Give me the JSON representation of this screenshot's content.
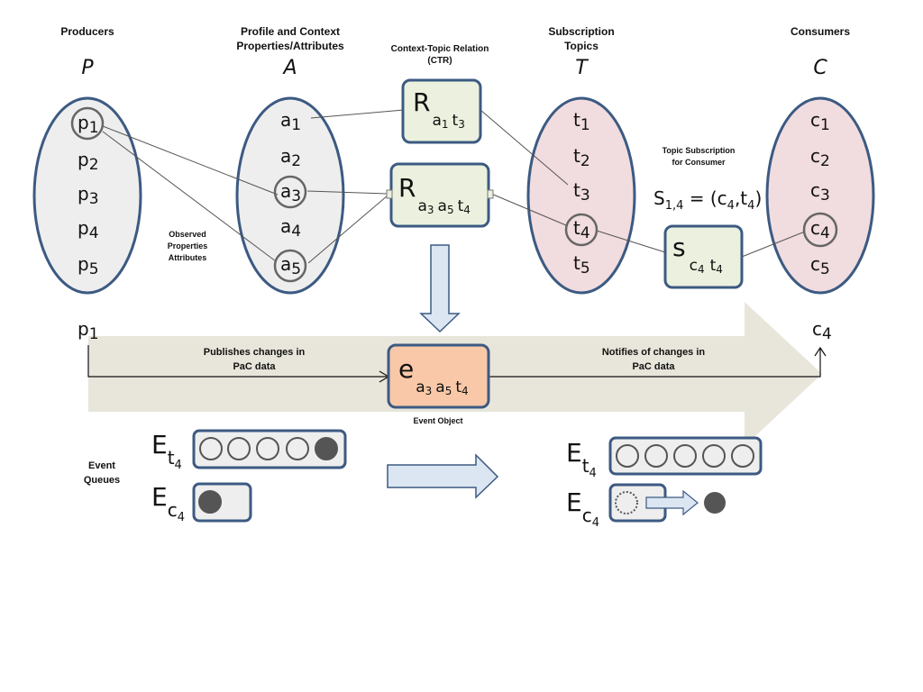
{
  "headers": {
    "producers": "Producers",
    "profile_line1": "Profile and Context",
    "profile_line2": "Properties/Attributes",
    "ctr_line1": "Context-Topic Relation",
    "ctr_line2": "(CTR)",
    "subscription_line1": "Subscription",
    "subscription_line2": "Topics",
    "consumers": "Consumers"
  },
  "set_labels": {
    "producers": "P",
    "attributes": "A",
    "topics": "T",
    "consumers": "C"
  },
  "producers": [
    {
      "base": "p",
      "sub": "1"
    },
    {
      "base": "p",
      "sub": "2"
    },
    {
      "base": "p",
      "sub": "3"
    },
    {
      "base": "p",
      "sub": "4"
    },
    {
      "base": "p",
      "sub": "5"
    }
  ],
  "attributes": [
    {
      "base": "a",
      "sub": "1"
    },
    {
      "base": "a",
      "sub": "2"
    },
    {
      "base": "a",
      "sub": "3"
    },
    {
      "base": "a",
      "sub": "4"
    },
    {
      "base": "a",
      "sub": "5"
    }
  ],
  "topics": [
    {
      "base": "t",
      "sub": "1"
    },
    {
      "base": "t",
      "sub": "2"
    },
    {
      "base": "t",
      "sub": "3"
    },
    {
      "base": "t",
      "sub": "4"
    },
    {
      "base": "t",
      "sub": "5"
    }
  ],
  "consumers": [
    {
      "base": "c",
      "sub": "1"
    },
    {
      "base": "c",
      "sub": "2"
    },
    {
      "base": "c",
      "sub": "3"
    },
    {
      "base": "c",
      "sub": "4"
    },
    {
      "base": "c",
      "sub": "5"
    }
  ],
  "observed": {
    "line1": "Observed",
    "line2": "Properties",
    "line3": "Attributes"
  },
  "relation1": {
    "symbol": "R",
    "sub1": "a",
    "sub1i": "1",
    "sub2": "t",
    "sub2i": "3"
  },
  "relation2": {
    "symbol": "R",
    "sub1": "a",
    "sub1i": "3",
    "sub2": "a",
    "sub2i": "5",
    "sub3": "t",
    "sub3i": "4"
  },
  "topic_sub_note": {
    "line1": "Topic Subscription",
    "line2": "for Consumer"
  },
  "subscription_formula": {
    "s": "S",
    "s_sub": "1,4",
    "eq": " = (c",
    "c_sub": "4",
    "comma": ",t",
    "t_sub": "4",
    "close": ")"
  },
  "subscription_box": {
    "symbol": "s",
    "sub1": "c",
    "sub1i": "4",
    "sub2": "t",
    "sub2i": "4"
  },
  "flow": {
    "producer": {
      "base": "p",
      "sub": "1"
    },
    "consumer": {
      "base": "c",
      "sub": "4"
    },
    "publishes_line1": "Publishes changes in",
    "publishes_line2": "PaC data",
    "notifies_line1": "Notifies of changes in",
    "notifies_line2": "PaC data"
  },
  "event": {
    "symbol": "e",
    "sub1": "a",
    "sub1i": "3",
    "sub2": "a",
    "sub2i": "5",
    "sub3": "t",
    "sub3i": "4",
    "caption": "Event Object"
  },
  "queues": {
    "label_line1": "Event",
    "label_line2": "Queues",
    "left_t": {
      "base": "E",
      "sub": "t",
      "subi": "4"
    },
    "left_c": {
      "base": "E",
      "sub": "c",
      "subi": "4"
    },
    "right_t": {
      "base": "E",
      "sub": "t",
      "subi": "4"
    },
    "right_c": {
      "base": "E",
      "sub": "c",
      "subi": "4"
    }
  },
  "colors": {
    "ellipse_stroke": "#3c5a82",
    "ellipse_grey": "#eeeeee",
    "ellipse_pink": "#f1dcdf",
    "relation_fill": "#ebf1de",
    "event_fill": "#f9c8a8",
    "queue_fill": "#eeeeee",
    "flow_band": "#e8e6db",
    "hollow_arrow_fill": "#dce6f2"
  }
}
